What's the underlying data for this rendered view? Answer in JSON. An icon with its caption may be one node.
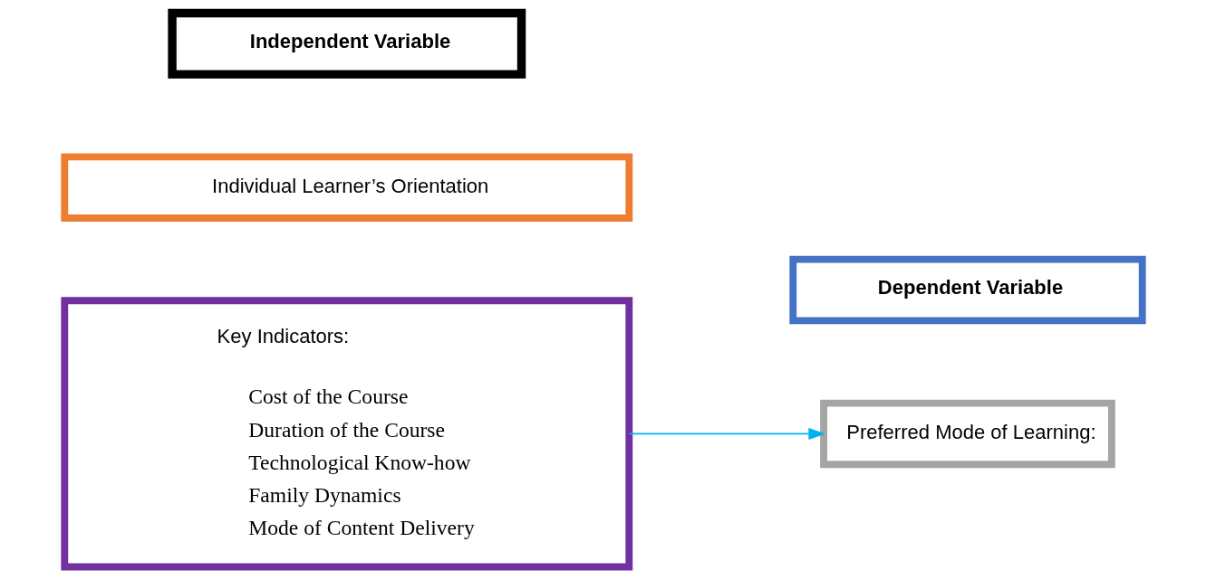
{
  "diagram": {
    "nodes": [
      {
        "text": [
          "Independent Variable"
        ]
      },
      {
        "text": [
          "Dependent Variable"
        ]
      },
      {
        "text": [
          "Individual Learner’s Orientation"
        ]
      },
      {
        "text": [
          "Key Indicators:",
          "Cost of the Course",
          "Duration of the Course",
          "Technological Know-how",
          "Family Dynamics",
          "Mode of Content Delivery"
        ]
      },
      {
        "text": [
          "Preferred Mode of Learning:"
        ]
      }
    ],
    "edges": [
      {
        "from": 3,
        "to": 4,
        "arrow": "to",
        "color": "#00b0f0"
      }
    ]
  }
}
